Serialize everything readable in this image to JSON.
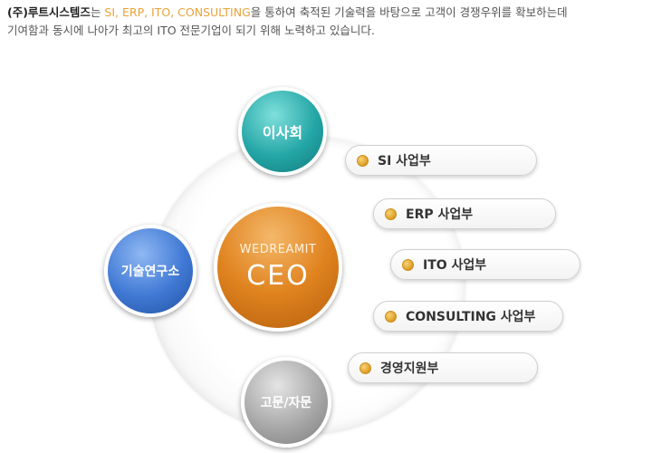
{
  "intro": {
    "company": "(주)루트시스템즈",
    "text1": "는 ",
    "highlight": "SI, ERP, ITO, CONSULTING",
    "text2": "을 통하여 축적된 기술력을 바탕으로 고객이 경쟁우위를 확보하는데",
    "line2": "기여함과 동시에 나아가 최고의 ITO 전문기업이 되기 위해 노력하고 있습니다."
  },
  "nodes": {
    "board": "이사회",
    "lab": "기술연구소",
    "advisory": "고문/자문",
    "ceo_company": "WEDREAMIT",
    "ceo_title": "CEO"
  },
  "divisions": [
    {
      "label": "SI 사업부"
    },
    {
      "label": "ERP 사업부"
    },
    {
      "label": "ITO 사업부"
    },
    {
      "label": "CONSULTING 사업부"
    },
    {
      "label": "경영지원부"
    }
  ],
  "colors": {
    "highlight": "#e8a23a",
    "board": "#24a6a6",
    "lab": "#3f78d4",
    "advisory": "#a8a8a8",
    "ceo": "#e0831f",
    "bullet": "#e2a52b"
  }
}
